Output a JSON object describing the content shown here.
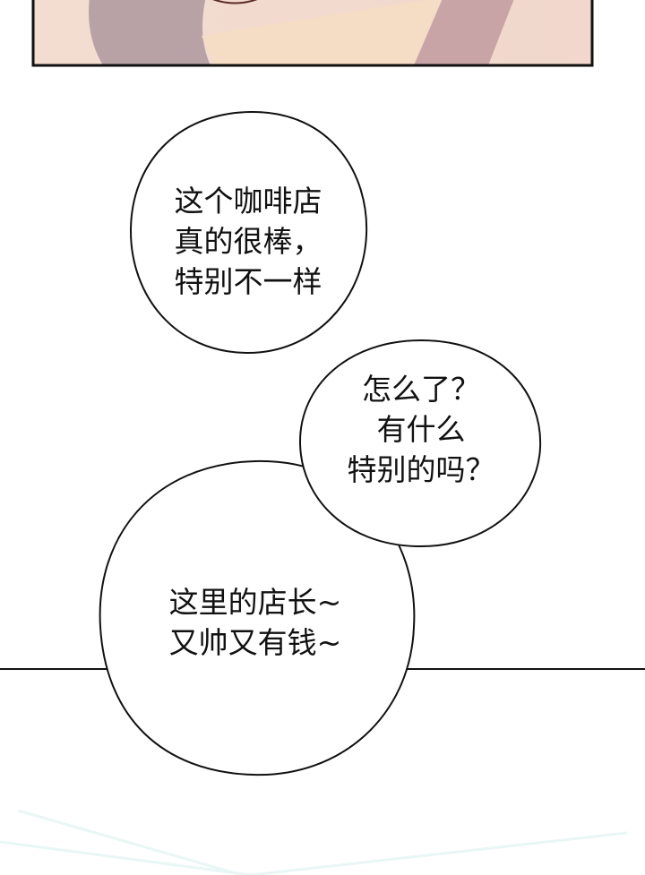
{
  "colors": {
    "panel_bg": "#f2dccb",
    "panel_shadow": "#b49a98",
    "panel_paper": "#f6dfc6",
    "line": "#111111",
    "floor_tint": "#e6f6f4"
  },
  "bubbles": [
    {
      "lines": [
        "这个咖啡店",
        "真的很棒，",
        "特别不一样"
      ]
    },
    {
      "lines": [
        "怎么了？",
        "有什么",
        "特别的吗？"
      ]
    },
    {
      "lines": [
        "这里的店长~",
        "又帅又有钱~"
      ]
    }
  ]
}
